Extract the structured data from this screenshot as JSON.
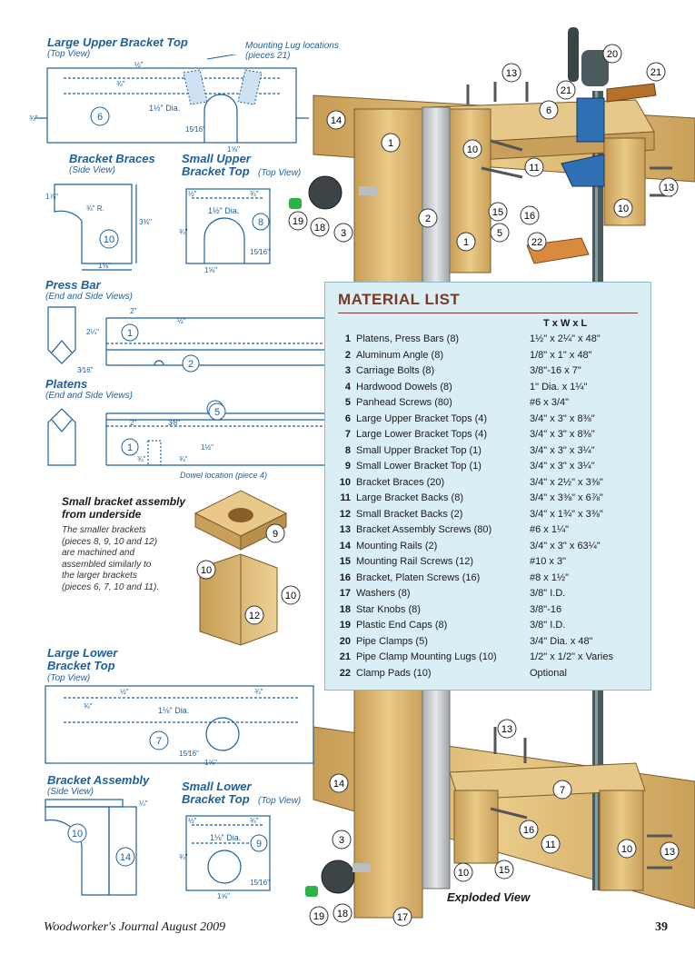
{
  "drawings": {
    "large_upper": {
      "title": "Large Upper Bracket Top",
      "view": "(Top View)",
      "lug_note": "Mounting Lug locations (pieces 21)",
      "dim_dia": "1½\" Dia.",
      "dim_half": "½\"",
      "dim_3q": "¾\"",
      "dim_3q_side": "¾\"",
      "dim_15_16": "15⁄16\"",
      "dim_1_5_8": "1⅝\"",
      "part": "6"
    },
    "bracket_braces": {
      "title": "Bracket Braces",
      "view": "(Side View)",
      "dim_1_7_8": "1⅞\"",
      "dim_r": "¾\" R.",
      "dim_3_3_8": "3⅜\"",
      "dim_1_3_8": "1⅜\"",
      "part": "10"
    },
    "small_upper": {
      "title": "Small Upper",
      "title2": "Bracket Top",
      "view": "(Top View)",
      "dim_dia": "1½\" Dia.",
      "dim_half": "½\"",
      "dim_3q": "¾\"",
      "dim_3q_b": "¾\"",
      "dim_15_16": "15⁄16\"",
      "dim_1_5_8": "1⅝\"",
      "part": "8"
    },
    "press_bar": {
      "title": "Press Bar",
      "view": "(End and Side Views)",
      "dim_2": "2\"",
      "dim_half": "½\"",
      "dim_2_1_4": "2¼\"",
      "dim_3_16": "3⁄16\"",
      "part1": "1",
      "part2": "2"
    },
    "platens": {
      "title": "Platens",
      "view": "(End and Side Views)",
      "dim_2": "2\"",
      "dim_3_8": "3⁄8\"",
      "dim_1_1_2": "1½\"",
      "dim_3q": "¾\"",
      "dim_3q_b": "¾\"",
      "dowel_note": "Dowel location (piece 4)",
      "part1": "1",
      "part2": "2",
      "part5": "5"
    },
    "small_assembly": {
      "title": "Small bracket assembly",
      "title2": "from underside",
      "desc": [
        "The smaller brackets",
        "(pieces 8, 9, 10 and 12)",
        "are machined and",
        "assembled similarly to",
        "the larger brackets",
        "(pieces 6, 7, 10 and 11)."
      ],
      "p9": "9",
      "p10a": "10",
      "p10b": "10",
      "p12": "12"
    },
    "large_lower": {
      "title": "Large Lower",
      "title2": "Bracket Top",
      "view": "(Top View)",
      "dim_dia": "1⅛\" Dia.",
      "dim_half": "½\"",
      "dim_3q": "¾\"",
      "dim_3q_b": "¾\"",
      "dim_15_16": "15⁄16\"",
      "dim_1_5_8": "1⅝\"",
      "part": "7"
    },
    "bracket_assembly": {
      "title": "Bracket Assembly",
      "view": "(Side View)",
      "dim_1_4": "¼\"",
      "p10": "10",
      "p14": "14"
    },
    "small_lower": {
      "title": "Small Lower",
      "title2": "Bracket Top",
      "view": "(Top View)",
      "dim_dia": "1⅛\" Dia.",
      "dim_half": "½\"",
      "dim_3q": "¾\"",
      "dim_3q_b": "¾\"",
      "dim_15_16": "15⁄16\"",
      "dim_1_5_8": "1⅝\"",
      "part": "9"
    }
  },
  "exploded": {
    "label": "Exploded View",
    "callouts": [
      "20",
      "21",
      "13",
      "21",
      "6",
      "14",
      "1",
      "10",
      "11",
      "13",
      "10",
      "2",
      "15",
      "16",
      "5",
      "19",
      "18",
      "3",
      "1",
      "22",
      "13",
      "14",
      "7",
      "16",
      "11",
      "10",
      "13",
      "3",
      "10",
      "15",
      "19",
      "18",
      "17"
    ]
  },
  "material_list": {
    "title": "MATERIAL LIST",
    "header": "T x W x L",
    "rows": [
      {
        "n": "1",
        "desc": "Platens, Press Bars (8)",
        "size": "1½\" x 2¼\" x 48\""
      },
      {
        "n": "2",
        "desc": "Aluminum Angle (8)",
        "size": "1/8\" x 1\" x 48\""
      },
      {
        "n": "3",
        "desc": "Carriage Bolts (8)",
        "size": "3/8\"-16 x 7\""
      },
      {
        "n": "4",
        "desc": "Hardwood Dowels (8)",
        "size": "1\" Dia. x 1¼\""
      },
      {
        "n": "5",
        "desc": "Panhead Screws (80)",
        "size": "#6 x 3/4\""
      },
      {
        "n": "6",
        "desc": "Large Upper Bracket Tops (4)",
        "size": "3/4\" x 3\" x 8⅜\""
      },
      {
        "n": "7",
        "desc": "Large Lower Bracket Tops (4)",
        "size": "3/4\" x 3\" x 8⅜\""
      },
      {
        "n": "8",
        "desc": "Small Upper Bracket Top (1)",
        "size": "3/4\" x 3\" x 3¼\""
      },
      {
        "n": "9",
        "desc": "Small Lower Bracket Top (1)",
        "size": "3/4\" x 3\" x 3¼\""
      },
      {
        "n": "10",
        "desc": "Bracket Braces (20)",
        "size": "3/4\" x 2½\" x 3⅜\""
      },
      {
        "n": "11",
        "desc": "Large Bracket Backs (8)",
        "size": "3/4\" x 3⅜\" x 6⅞\""
      },
      {
        "n": "12",
        "desc": "Small Bracket Backs (2)",
        "size": "3/4\" x 1¾\" x 3⅜\""
      },
      {
        "n": "13",
        "desc": "Bracket Assembly Screws (80)",
        "size": "#6 x 1¼\""
      },
      {
        "n": "14",
        "desc": "Mounting Rails (2)",
        "size": "3/4\" x 3\" x 63¼\""
      },
      {
        "n": "15",
        "desc": "Mounting Rail Screws (12)",
        "size": "#10 x 3\""
      },
      {
        "n": "16",
        "desc": "Bracket, Platen Screws (16)",
        "size": "#8 x 1½\""
      },
      {
        "n": "17",
        "desc": "Washers (8)",
        "size": "3/8\" I.D."
      },
      {
        "n": "18",
        "desc": "Star Knobs (8)",
        "size": "3/8\"-16"
      },
      {
        "n": "19",
        "desc": "Plastic End Caps (8)",
        "size": "3/8\" I.D."
      },
      {
        "n": "20",
        "desc": "Pipe Clamps (5)",
        "size": "3/4\" Dia. x 48\""
      },
      {
        "n": "21",
        "desc": "Pipe Clamp Mounting Lugs (10)",
        "size": "1/2\" x 1/2\" x Varies"
      },
      {
        "n": "22",
        "desc": "Clamp Pads (10)",
        "size": "Optional"
      }
    ]
  },
  "footer": {
    "journal": "Woodworker's Journal  August 2009",
    "page": "39"
  },
  "colors": {
    "blue": "#1d5f9b",
    "wood": "#e2c07a",
    "list_bg": "#d9eef5",
    "title": "#7a3a26"
  }
}
